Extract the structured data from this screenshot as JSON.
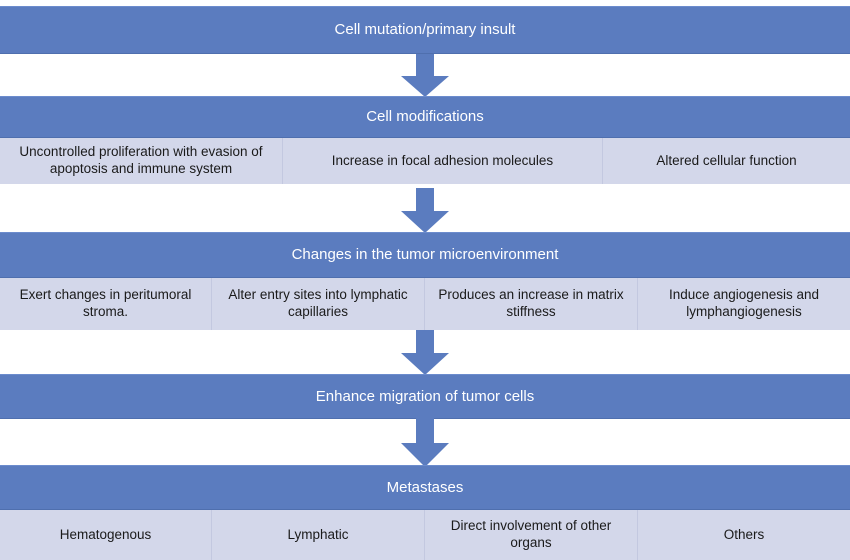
{
  "theme": {
    "header_fill": "#5b7cbf",
    "header_text": "#ffffff",
    "sub_fill": "#d3d7ea",
    "sub_text": "#1a1a1a",
    "arrow_fill": "#5b7cbf",
    "divider": "#c3c8e0",
    "page_background": "#ffffff"
  },
  "flow": {
    "stages": [
      {
        "id": "cell-mutation",
        "header": "Cell mutation/primary insult",
        "sub_items": []
      },
      {
        "id": "cell-modifications",
        "header": "Cell modifications",
        "sub_items": [
          "Uncontrolled proliferation with evasion of apoptosis and immune system",
          "Increase in focal adhesion molecules",
          "Altered cellular function"
        ]
      },
      {
        "id": "tumor-microenvironment",
        "header": "Changes in the tumor microenvironment",
        "sub_items": [
          "Exert changes in peritumoral stroma.",
          "Alter entry sites into lymphatic capillaries",
          "Produces an increase in matrix stiffness",
          "Induce angiogenesis and lymphangiogenesis"
        ]
      },
      {
        "id": "enhance-migration",
        "header": "Enhance migration of tumor cells",
        "sub_items": []
      },
      {
        "id": "metastases",
        "header": "Metastases",
        "sub_items": [
          "Hematogenous",
          "Lymphatic",
          "Direct involvement of other organs",
          "Others"
        ]
      }
    ],
    "connectors": [
      {
        "id": "arrow-1",
        "from": "cell-mutation",
        "to": "cell-modifications",
        "direction": "down"
      },
      {
        "id": "arrow-2",
        "from": "cell-modifications",
        "to": "tumor-microenvironment",
        "direction": "down"
      },
      {
        "id": "arrow-3",
        "from": "tumor-microenvironment",
        "to": "enhance-migration",
        "direction": "down"
      },
      {
        "id": "arrow-4",
        "from": "enhance-migration",
        "to": "metastases",
        "direction": "down"
      }
    ]
  }
}
